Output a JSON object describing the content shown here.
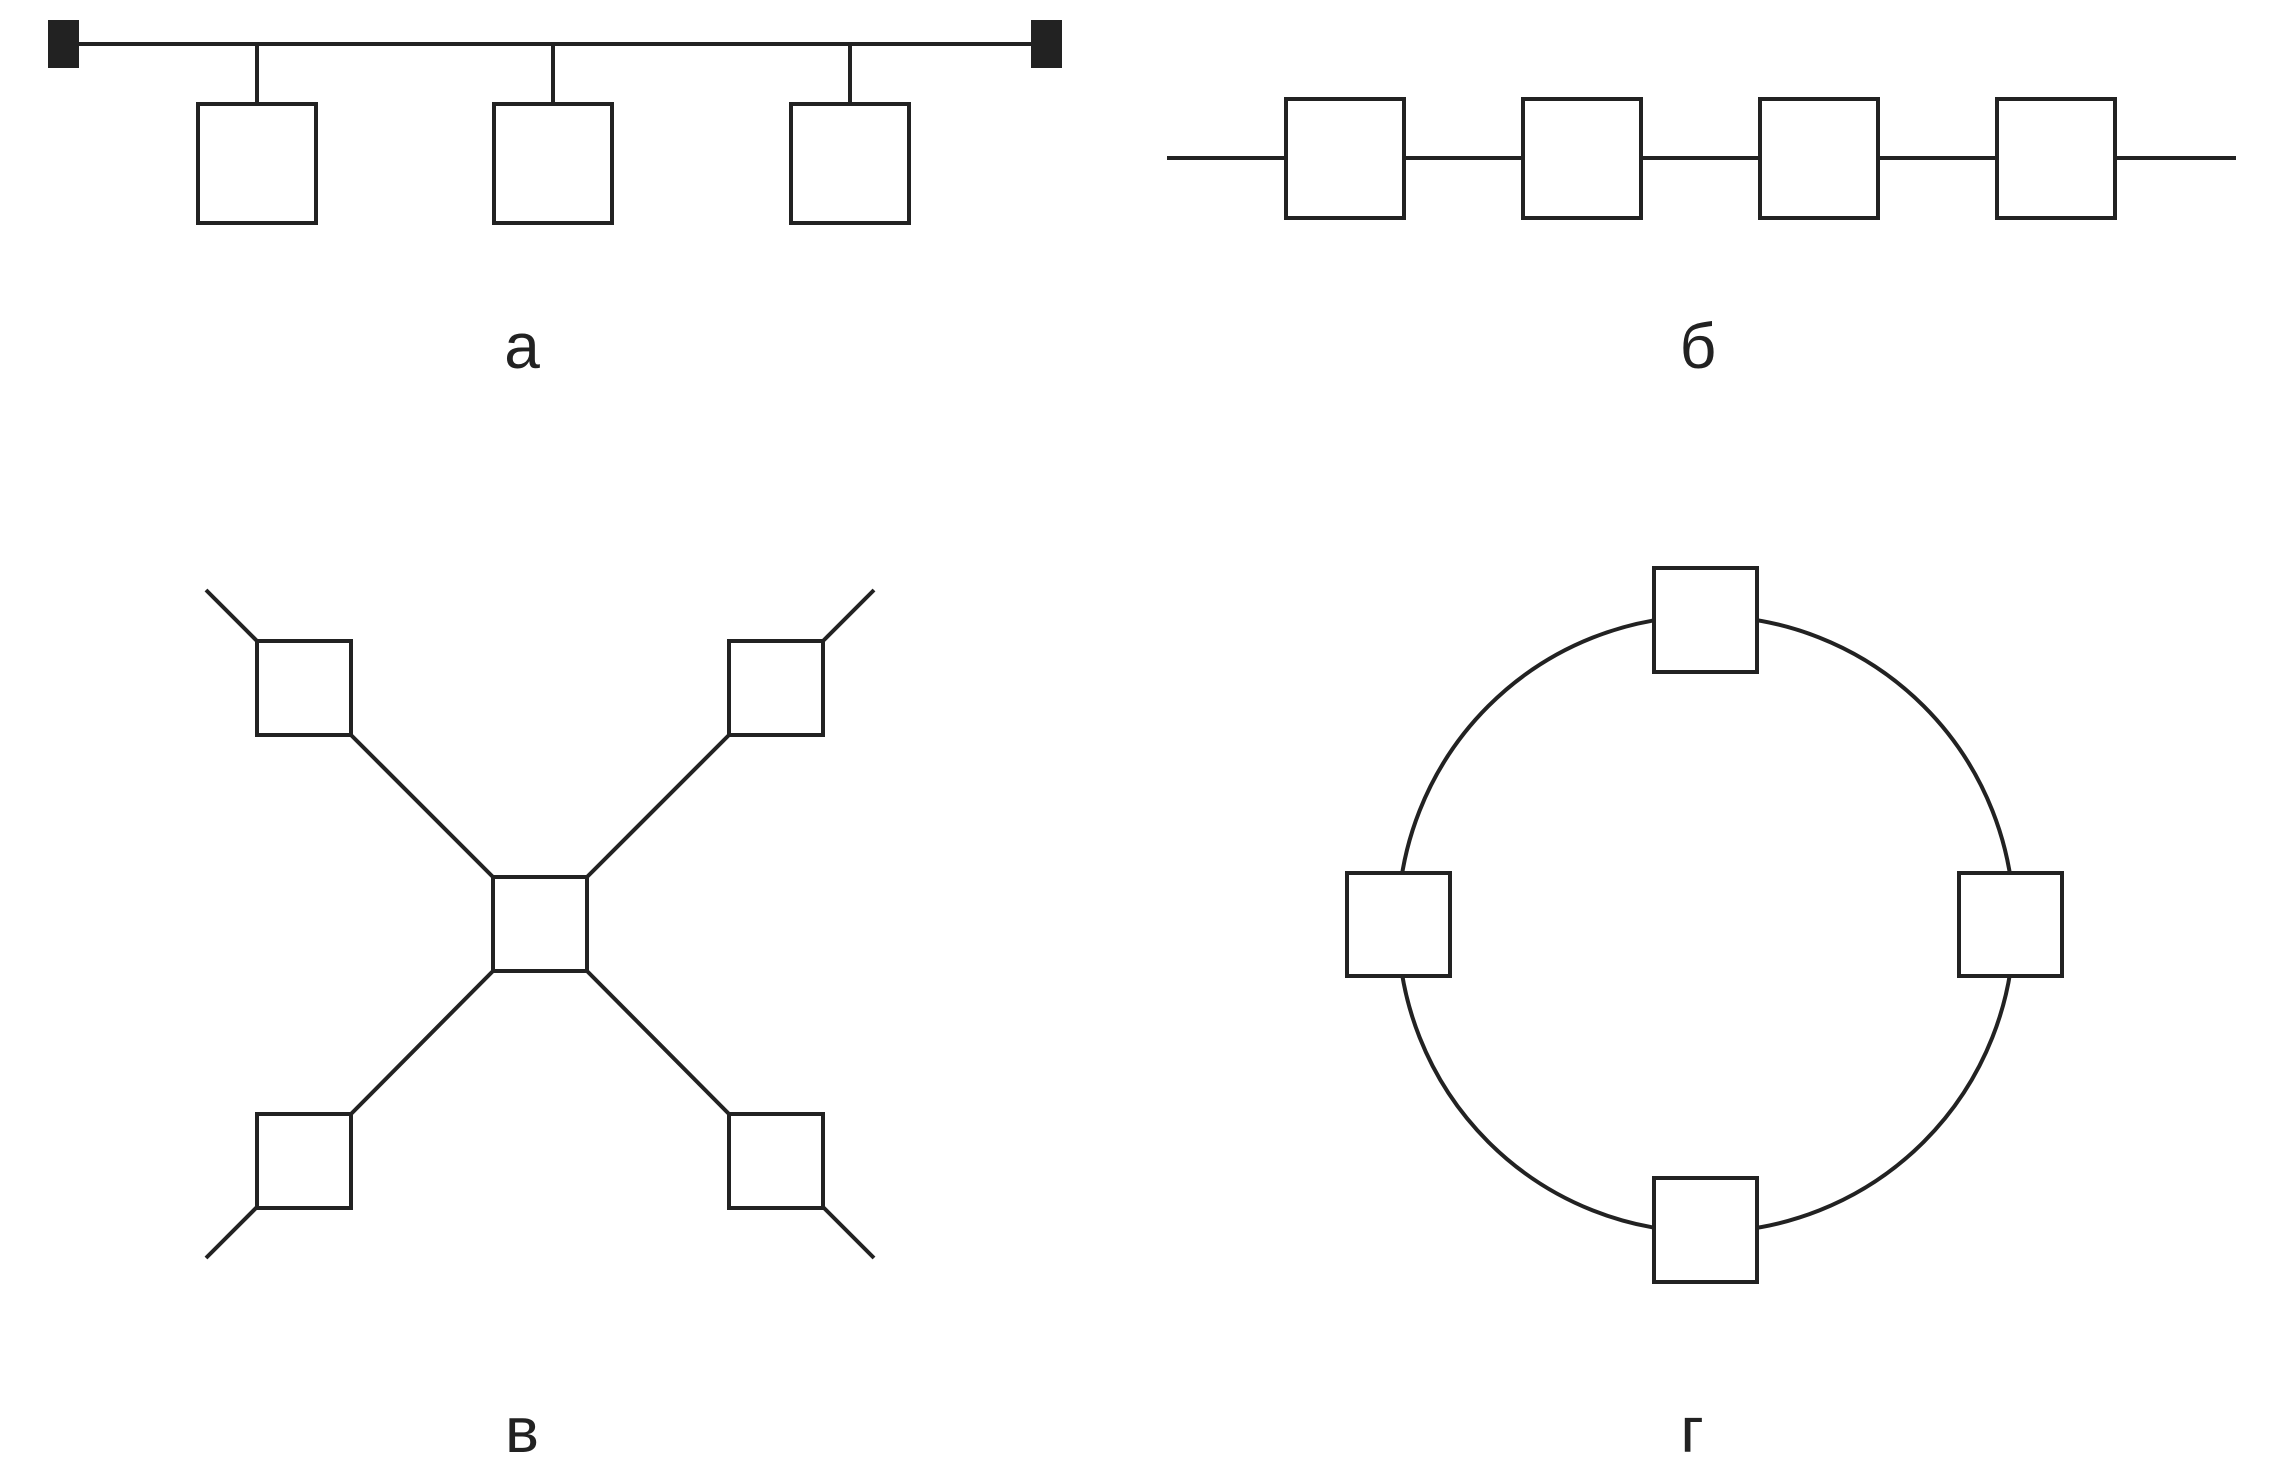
{
  "captions": {
    "bus": "а",
    "chain": "б",
    "star": "в",
    "ring": "г"
  },
  "colors": {
    "line": "#222222",
    "background": "#ffffff"
  }
}
